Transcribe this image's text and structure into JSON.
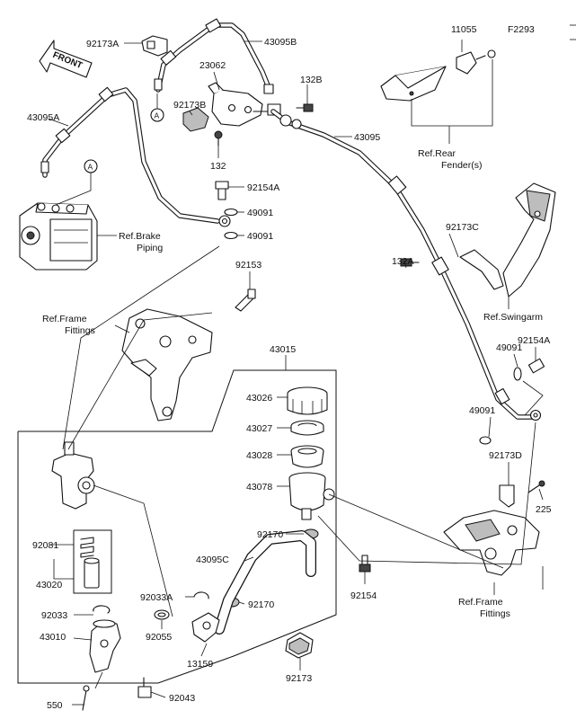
{
  "figure_code": "F2293",
  "direction_label": "FRONT",
  "callout_a": "A",
  "part_labels": {
    "p92173A": "92173A",
    "p43095B": "43095B",
    "p23062": "23062",
    "p92173B": "92173B",
    "p132B": "132B",
    "p43095A": "43095A",
    "p132": "132",
    "p43095": "43095",
    "p11055": "11055",
    "p92154A_top": "92154A",
    "p49091_1": "49091",
    "p49091_2": "49091",
    "p92153": "92153",
    "p92173C": "92173C",
    "p132A": "132A",
    "p43015": "43015",
    "p43026": "43026",
    "p43027": "43027",
    "p43028": "43028",
    "p43078": "43078",
    "p92154A_right": "92154A",
    "p49091_right": "49091",
    "p49091_right2": "49091",
    "p92173D": "92173D",
    "p225": "225",
    "p92081": "92081",
    "p43020": "43020",
    "p92170_1": "92170",
    "p43095C": "43095C",
    "p92170_2": "92170",
    "p92154": "92154",
    "p92033A": "92033A",
    "p92033": "92033",
    "p92055": "92055",
    "p43010": "43010",
    "p13159": "13159",
    "p92173": "92173",
    "p550": "550",
    "p92043": "92043"
  },
  "references": {
    "rear_fender_1": "Ref.Rear",
    "rear_fender_2": "Fender(s)",
    "brake_piping_1": "Ref.Brake",
    "brake_piping_2": "Piping",
    "frame_fittings_left_1": "Ref.Frame",
    "frame_fittings_left_2": "Fittings",
    "swingarm": "Ref.Swingarm",
    "frame_fittings_right_1": "Ref.Frame",
    "frame_fittings_right_2": "Fittings"
  }
}
